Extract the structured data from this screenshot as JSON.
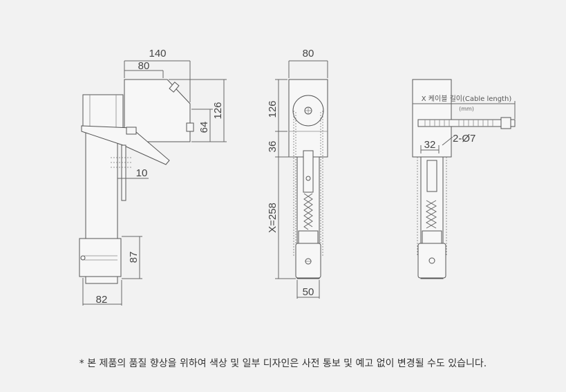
{
  "side_view": {
    "dim_140": "140",
    "dim_80": "80",
    "dim_126": "126",
    "dim_64": "64",
    "dim_10": "10",
    "dim_87": "87",
    "dim_82": "82"
  },
  "front_view": {
    "dim_80": "80",
    "dim_126": "126",
    "dim_36": "36",
    "dim_x": "X=258",
    "dim_50": "50"
  },
  "rear_view": {
    "cable_label": "X 케이블 길이(Cable length)",
    "cable_unit": "(mm)",
    "dim_32": "32",
    "dim_hole": "2-Ø7"
  },
  "footnote": "* 본 제품의 품질 향상을 위하여 색상 및 일부 디자인은 사전 통보 및 예고 없이 변경될 수도 있습니다."
}
